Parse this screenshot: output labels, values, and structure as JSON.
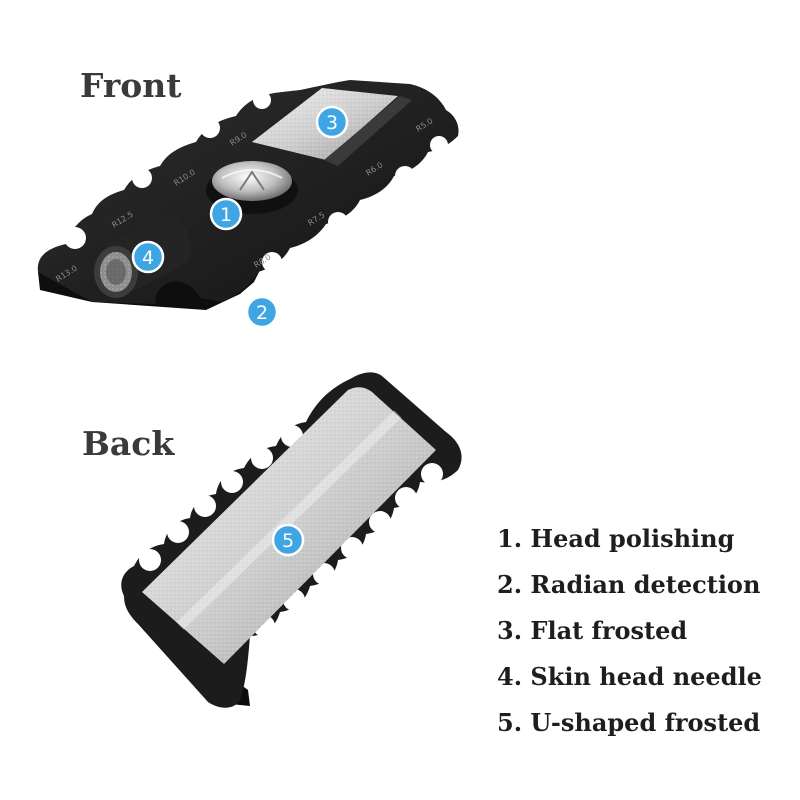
{
  "headings": {
    "front": "Front",
    "back": "Back"
  },
  "badges": {
    "b1": "1",
    "b2": "2",
    "b3": "3",
    "b4": "4",
    "b5": "5"
  },
  "engravings": [
    "R5.0",
    "R6.0",
    "R7.5",
    "R8.0",
    "R9.0",
    "R10.0",
    "R12.5",
    "R13.0"
  ],
  "legend": [
    "1. Head polishing",
    "2. Radian detection",
    "3. Flat frosted",
    "4. Skin head needle",
    "5. U-shaped frosted"
  ],
  "colors": {
    "badge": "#3fa6e3",
    "body": "#1f1f1f",
    "frosted": "#d7d7d7"
  }
}
